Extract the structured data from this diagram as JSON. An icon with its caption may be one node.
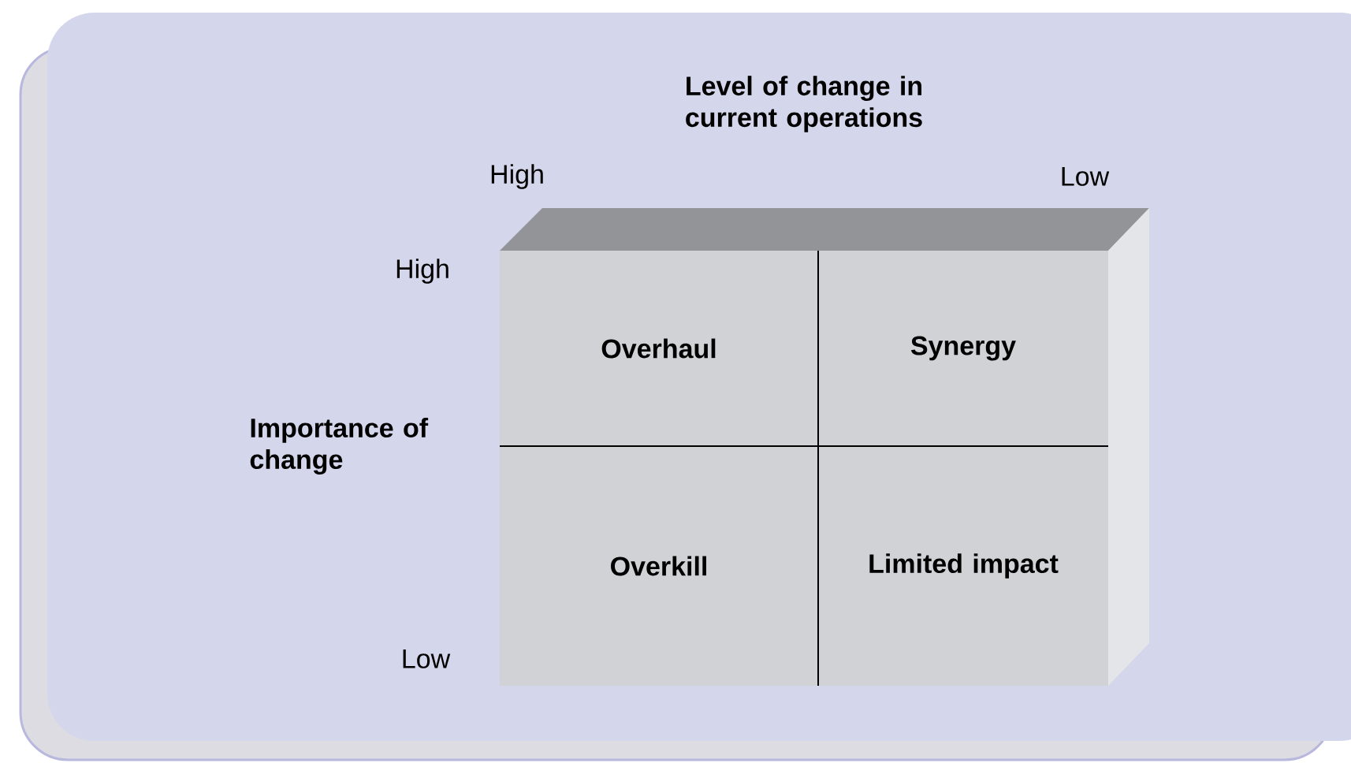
{
  "diagram": {
    "nodes": [
      {
        "text": [
          "Overhaul"
        ]
      },
      {
        "text": [
          "Synergy"
        ]
      },
      {
        "text": [
          "Overkill"
        ]
      },
      {
        "text": [
          "Limited impact"
        ]
      }
    ],
    "labels": [
      "Level of change in current operations",
      "High",
      "Low",
      "High",
      "Importance of change",
      "Low"
    ]
  }
}
